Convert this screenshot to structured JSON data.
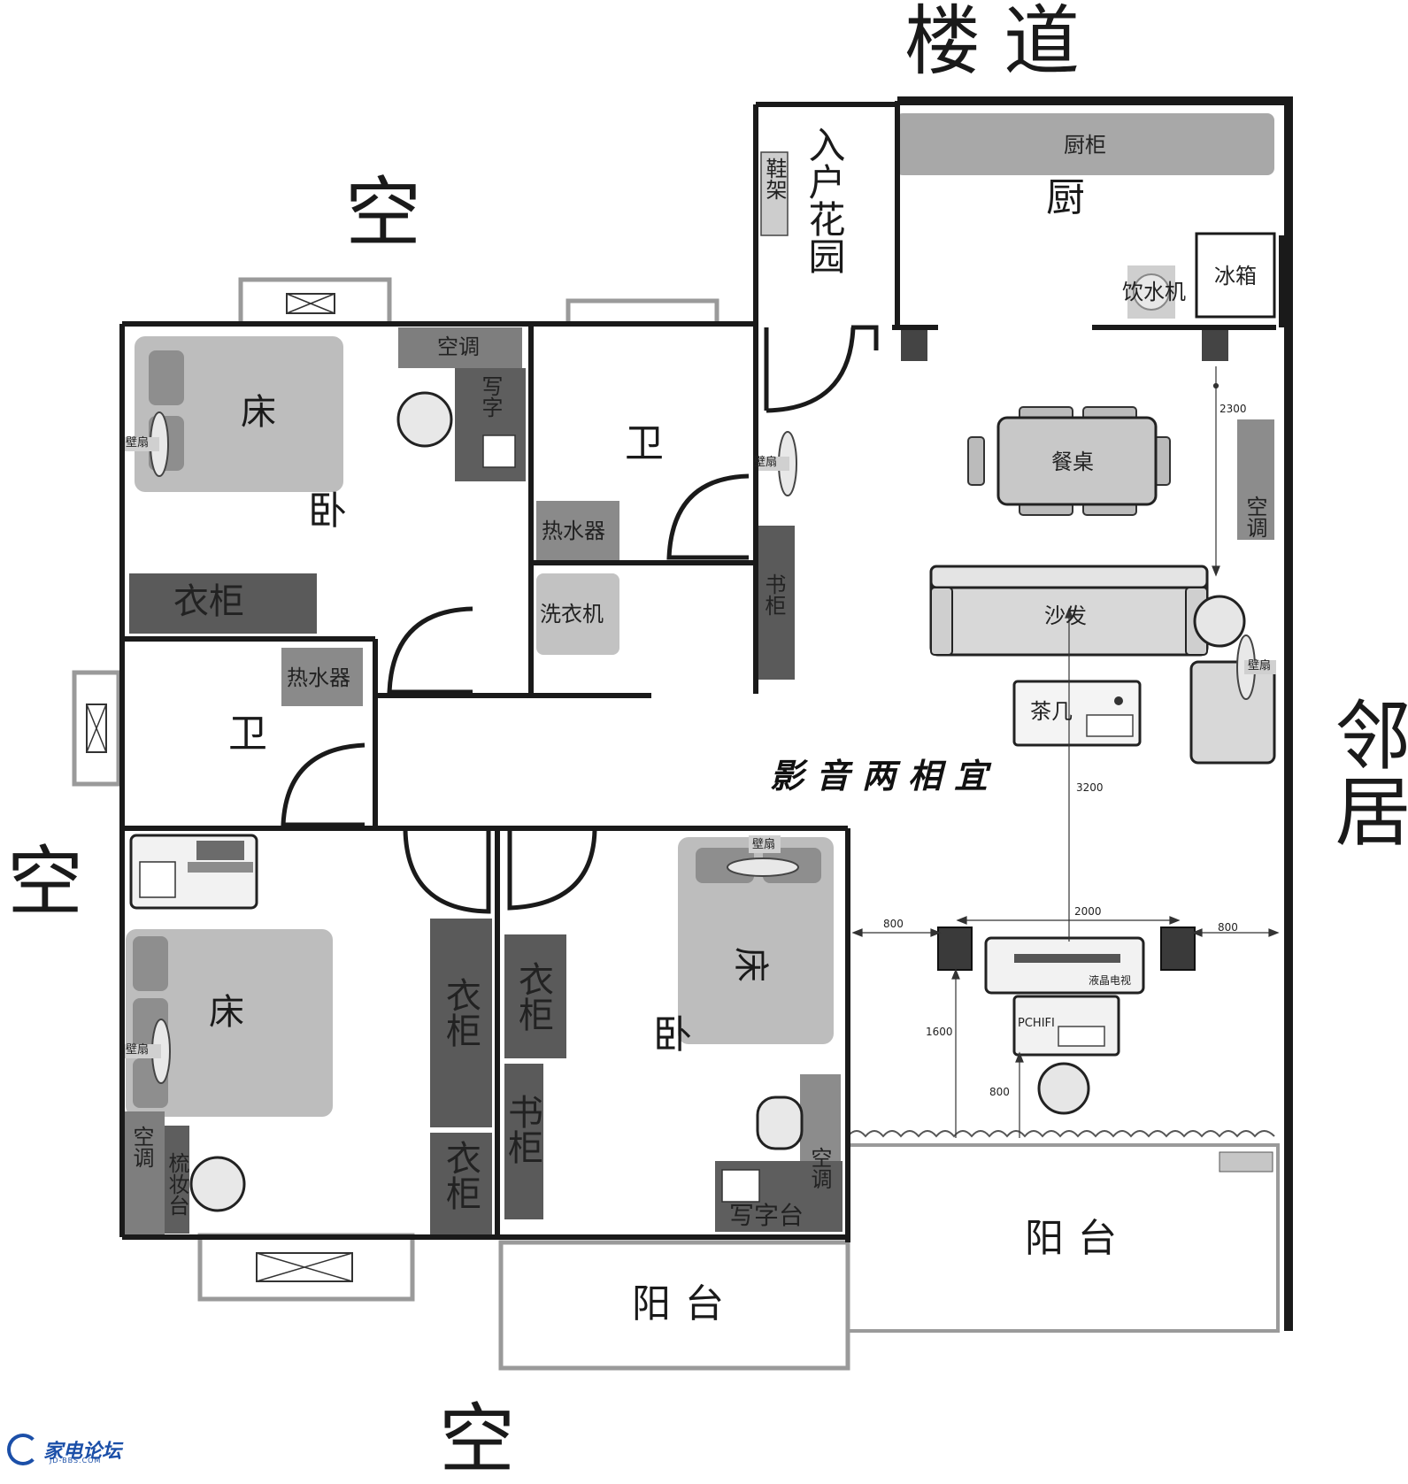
{
  "compass": {
    "top": "楼道",
    "right": "邻居",
    "left": "空",
    "top_left": "空",
    "bottom": "空"
  },
  "rooms": {
    "entry_garden": "入户花园",
    "kitchen": "厨",
    "bath_top": "卫",
    "bath_left": "卫",
    "bedroom_top_left": "卧",
    "bedroom_bottom_right": "卧",
    "balcony_small": "阳台",
    "balcony_large": "阳台"
  },
  "furniture": {
    "shoe_rack": "鞋架",
    "kitchen_cabinet": "厨柜",
    "water_dispenser": "饮水机",
    "fridge": "冰箱",
    "dining_table": "餐桌",
    "ac_living": "空调",
    "sofa": "沙发",
    "tea_table": "茶几",
    "lcd_tv": "液晶电视",
    "pchifi": "PCHIFI",
    "bed_tl": "床",
    "ac_tl": "空调",
    "desk_tl": "写字",
    "wardrobe_tl": "衣柜",
    "water_heater_1": "热水器",
    "water_heater_2": "热水器",
    "washing_machine": "洗衣机",
    "bookcase_hall": "书柜",
    "wall_fan": "壁扇",
    "bed_bl": "床",
    "ac_bl": "空调",
    "dresser": "梳妆台",
    "wardrobe_mid_a": "衣柜",
    "wardrobe_mid_b": "衣柜",
    "wardrobe_br": "衣柜",
    "bookcase_br": "书柜",
    "bed_br": "床",
    "ac_br": "空调",
    "desk_br": "写字台"
  },
  "slogan": "影音两相宜",
  "dimensions": {
    "d2300": "2300",
    "d3200": "3200",
    "d2000": "2000",
    "d800_left": "800",
    "d800_right": "800",
    "d1600": "1600",
    "d800_bottom": "800"
  },
  "watermark": {
    "name": "家电论坛",
    "url": "JD-BBS.COM"
  },
  "colors": {
    "wall": "#1a1a1a",
    "dark_furniture": "#5a5a5a",
    "mid_furniture": "#8c8c8c",
    "light_furniture": "#bdbdbd",
    "pale_furniture": "#d0d0d0",
    "window_frame": "#9a9a9a",
    "logo": "#1b4fa8"
  }
}
